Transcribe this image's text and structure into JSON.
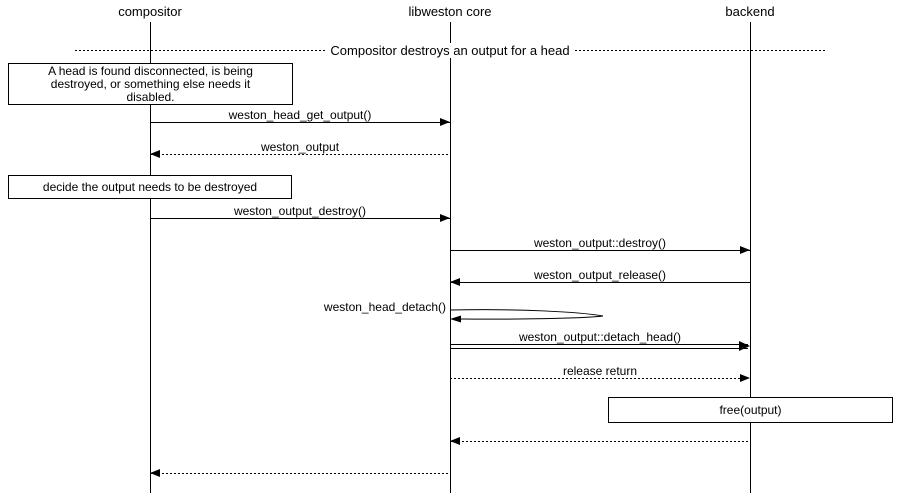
{
  "actors": [
    {
      "label": "compositor"
    },
    {
      "label": "libweston core"
    },
    {
      "label": "backend"
    }
  ],
  "divider": {
    "label": "Compositor destroys an output for a head"
  },
  "notes": [
    {
      "lines": [
        "A head is found disconnected, is being",
        "destroyed, or something else needs it",
        "disabled."
      ]
    },
    {
      "lines": [
        "decide the output needs to be destroyed"
      ]
    }
  ],
  "messages": [
    {
      "label": "weston_head_get_output()",
      "from": "compositor",
      "to": "libweston core",
      "style": "solid"
    },
    {
      "label": "weston_output",
      "from": "libweston core",
      "to": "compositor",
      "style": "dotted"
    },
    {
      "label": "weston_output_destroy()",
      "from": "compositor",
      "to": "libweston core",
      "style": "solid"
    },
    {
      "label": "weston_output::destroy()",
      "from": "libweston core",
      "to": "backend",
      "style": "solid"
    },
    {
      "label": "weston_output_release()",
      "from": "backend",
      "to": "libweston core",
      "style": "solid"
    },
    {
      "label": "weston_head_detach()",
      "from": "libweston core",
      "to": "libweston core",
      "style": "self"
    },
    {
      "label": "weston_output::detach_head()",
      "from": "libweston core",
      "to": "backend",
      "style": "double"
    },
    {
      "label": "release return",
      "from": "libweston core",
      "to": "backend",
      "style": "dotted"
    },
    {
      "label": "",
      "from": "backend",
      "to": "libweston core",
      "style": "dotted"
    },
    {
      "label": "",
      "from": "libweston core",
      "to": "compositor",
      "style": "dotted"
    }
  ],
  "action_box": {
    "label": "free(output)"
  },
  "colors": {
    "ink": "#000000",
    "background": "#ffffff"
  }
}
